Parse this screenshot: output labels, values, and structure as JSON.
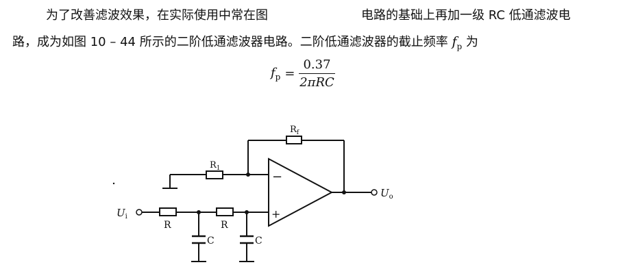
{
  "paragraph": {
    "line1_part1": "为了改善滤波效果，在实际使用中常在图",
    "line1_part2": "电路的基础上再加一级 RC 低通滤波电",
    "line2": "路，成为如图 10 – 44 所示的二阶低通滤波器电路。二阶低通滤波器的截止频率",
    "line2_tail": "为",
    "symbol_f": "f",
    "symbol_sub": "p"
  },
  "formula": {
    "lhs_f": "f",
    "lhs_sub": "p",
    "equals": "=",
    "numerator": "0.37",
    "denominator": "2πRC"
  },
  "circuit": {
    "feedback_resistor": "R",
    "feedback_resistor_sub": "f",
    "input_resistor": "R",
    "input_resistor_sub": "1",
    "series_resistor_1": "R",
    "series_resistor_2": "R",
    "capacitor_1": "C",
    "capacitor_2": "C",
    "input_label": "U",
    "input_label_sub": "i",
    "output_label": "U",
    "output_label_sub": "o",
    "minus_sign": "−",
    "plus_sign": "+"
  }
}
